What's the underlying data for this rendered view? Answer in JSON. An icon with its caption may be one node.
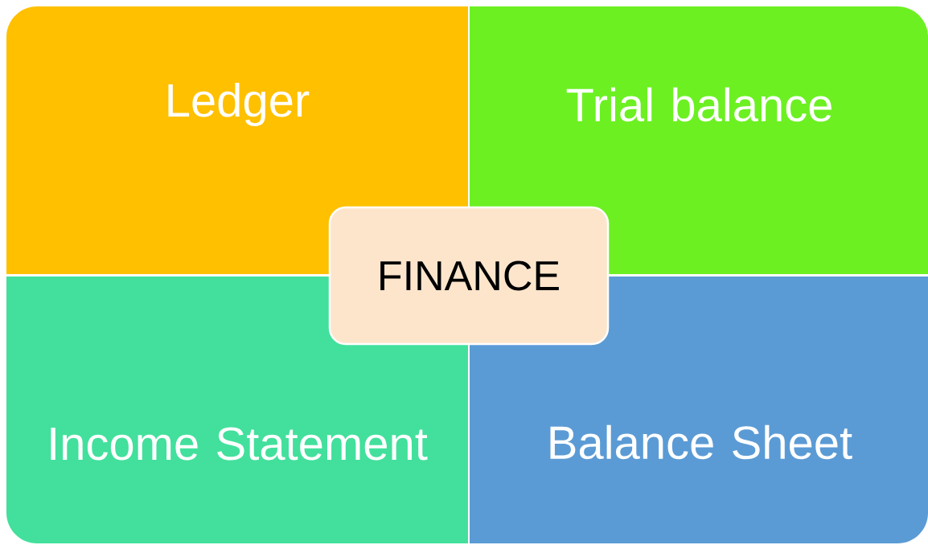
{
  "diagram": {
    "nodes": [
      {
        "text": [
          "Ledger"
        ]
      },
      {
        "text": [
          "Trial balance"
        ]
      },
      {
        "text": [
          "Income Statement"
        ]
      },
      {
        "text": [
          "Balance Sheet"
        ]
      },
      {
        "text": [
          "FINANCE"
        ]
      }
    ]
  }
}
